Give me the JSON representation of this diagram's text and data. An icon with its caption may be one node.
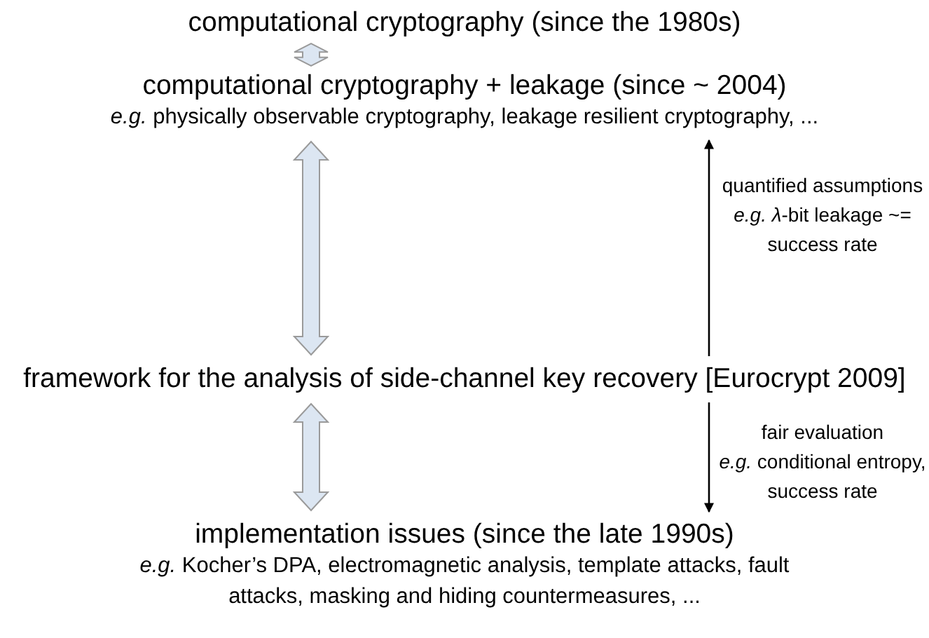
{
  "diagram": {
    "nodes": [
      {
        "text": [
          "computational cryptography (since the 1980s)"
        ]
      },
      {
        "text": [
          "computational cryptography + leakage (since ~ 2004)",
          "*e.g.* physically observable cryptography, leakage resilient cryptography, ..."
        ]
      },
      {
        "text": [
          "framework for the analysis of side-channel key recovery [Eurocrypt 2009]"
        ]
      },
      {
        "text": [
          "implementation issues (since the late 1990s)",
          "*e.g.* Kocher’s DPA, electromagnetic analysis, template attacks, fault attacks, masking and hiding countermeasures, ..."
        ]
      }
    ],
    "edges": [
      {
        "from": 0,
        "to": 1,
        "arrow": "both",
        "style": "thick",
        "color": "#dce6f2"
      },
      {
        "from": 1,
        "to": 2,
        "arrow": "both",
        "style": "thick",
        "color": "#dce6f2"
      },
      {
        "from": 2,
        "to": 3,
        "arrow": "both",
        "style": "thick",
        "color": "#dce6f2"
      },
      {
        "from": 2,
        "to": 1,
        "arrow": "to",
        "label": "quantified assumptions *e.g.* *λ*-bit leakage ~= success rate"
      },
      {
        "from": 2,
        "to": 3,
        "arrow": "to",
        "label": "fair evaluation *e.g.* conditional entropy, success rate"
      }
    ]
  }
}
